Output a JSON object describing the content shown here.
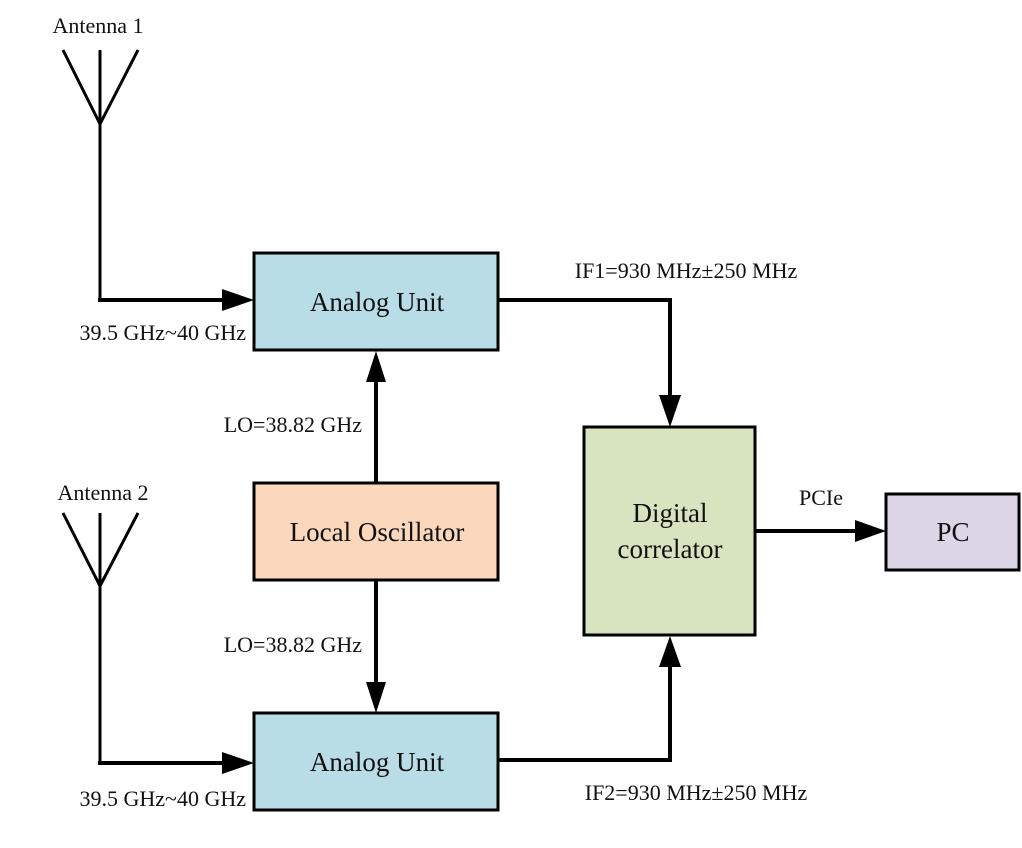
{
  "diagram": {
    "antennas": [
      {
        "label": "Antenna 1",
        "band": "39.5 GHz~40 GHz"
      },
      {
        "label": "Antenna 2",
        "band": "39.5 GHz~40 GHz"
      }
    ],
    "blocks": {
      "analog_unit_1": {
        "label": "Analog Unit",
        "color": "#b9dde6"
      },
      "analog_unit_2": {
        "label": "Analog Unit",
        "color": "#b9dde6"
      },
      "local_oscillator": {
        "label": "Local Oscillator",
        "color": "#fbd8bc"
      },
      "digital_correlator": {
        "line1": "Digital",
        "line2": "correlator",
        "color": "#d8e4c0"
      },
      "pc": {
        "label": "PC",
        "color": "#ddd6e6"
      }
    },
    "signals": {
      "lo_up": "LO=38.82 GHz",
      "lo_down": "LO=38.82 GHz",
      "if1": "IF1=930 MHz±250 MHz",
      "if2": "IF2=930 MHz±250 MHz",
      "pcie": "PCIe"
    }
  }
}
